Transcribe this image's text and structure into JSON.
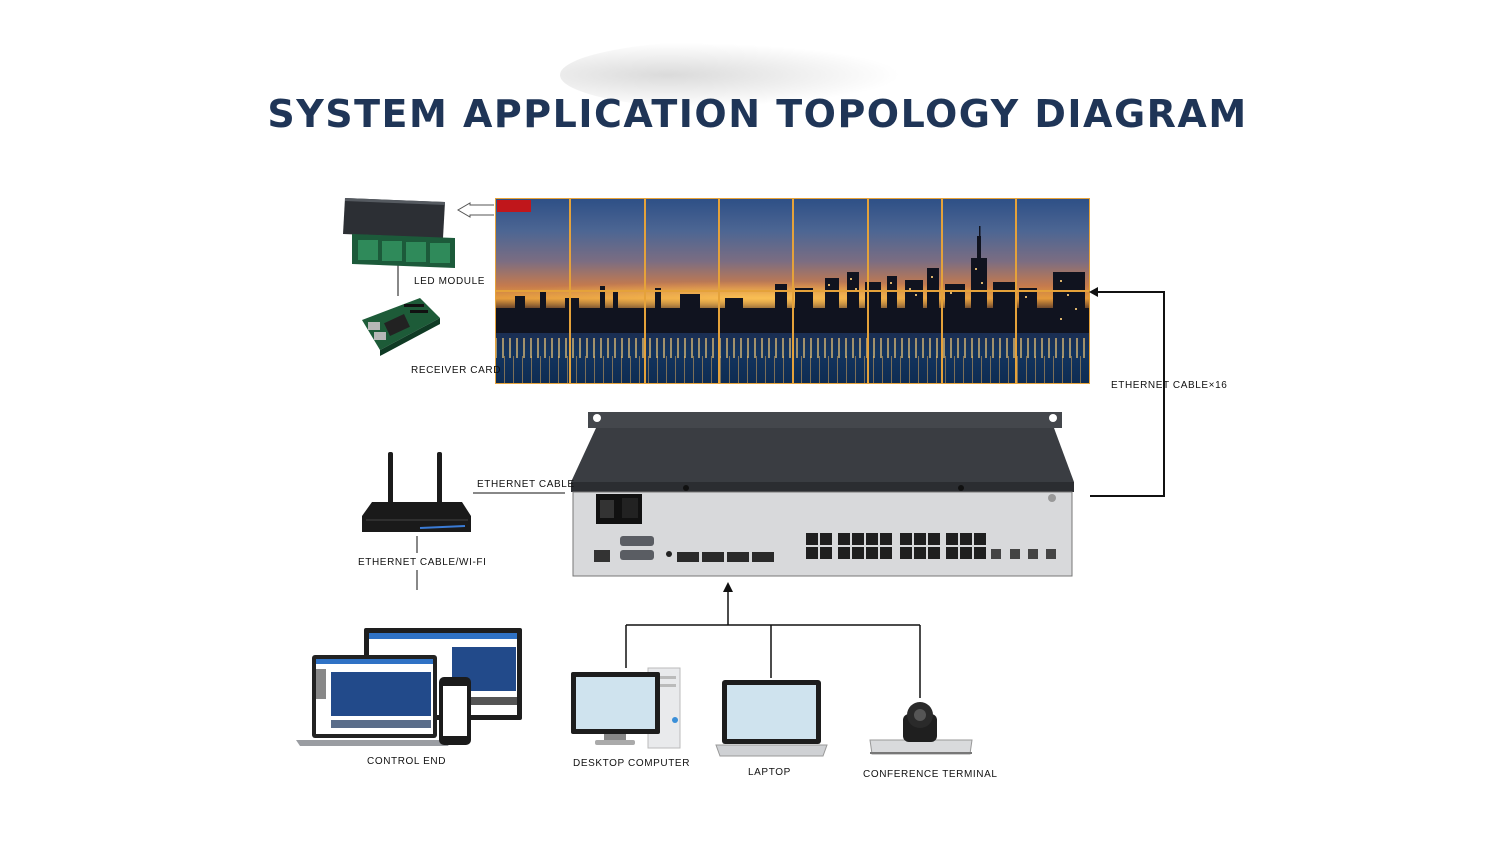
{
  "title": "SYSTEM APPLICATION TOPOLOGY DIAGRAM",
  "labels": {
    "led_module": "LED MODULE",
    "receiver_card": "RECEIVER CARD",
    "ethernet_cable_x16": "ETHERNET CABLE×16",
    "ethernet_cable": "ETHERNET CABLE",
    "ethernet_cable_wifi": "ETHERNET CABLE/WI-FI",
    "control_end": "CONTROL END",
    "desktop_computer": "DESKTOP COMPUTER",
    "laptop": "LAPTOP",
    "conference_terminal": "CONFERENCE TERMINAL"
  },
  "colors": {
    "title": "#1f3557",
    "grid_lines": "#e5a23a",
    "connector": "#111111",
    "device_chassis": "#3a3d42",
    "device_front": "#d9dadc"
  },
  "icons": [
    "led-module-icon",
    "receiver-card-icon",
    "router-icon",
    "video-processor-icon",
    "control-end-devices-icon",
    "desktop-computer-icon",
    "laptop-icon",
    "conference-camera-icon"
  ]
}
